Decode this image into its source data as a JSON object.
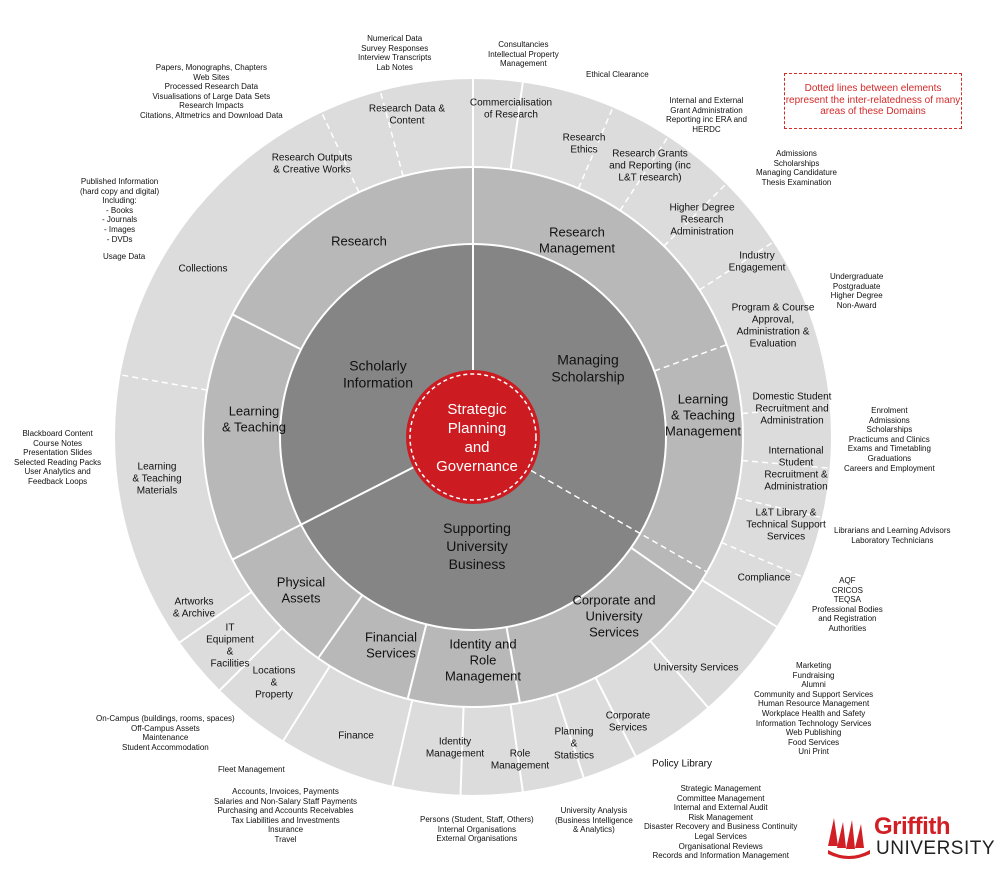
{
  "note": "Dotted lines between elements\nrepresent the inter-relatedness of many\nareas of these Domains",
  "logo": {
    "word1": "Griffith",
    "word2": "UNIVERSITY"
  },
  "center": "Strategic\nPlanning\nand\nGovernance",
  "domains": {
    "scholarly_information": "Scholarly\nInformation",
    "managing_scholarship": "Managing\nScholarship",
    "supporting_university_business": "Supporting\nUniversity\nBusiness"
  },
  "subdomains": {
    "research": "Research",
    "research_management": "Research\nManagement",
    "learning_teaching_management": "Learning\n& Teaching\nManagement",
    "corporate_university_services": "Corporate and\nUniversity\nServices",
    "identity_role_management": "Identity and\nRole\nManagement",
    "financial_services": "Financial\nServices",
    "physical_assets": "Physical\nAssets",
    "learning_teaching": "Learning\n& Teaching"
  },
  "functions": {
    "research_data_content": "Research Data &\nContent",
    "research_outputs": "Research Outputs\n& Creative Works",
    "collections": "Collections",
    "commercialisation": "Commercialisation\nof Research",
    "research_ethics": "Research\nEthics",
    "research_grants": "Research Grants\nand Reporting (inc\nL&T research)",
    "hdr_admin": "Higher Degree\nResearch\nAdministration",
    "industry_engagement": "Industry\nEngagement",
    "program_course": "Program & Course\nApproval,\nAdministration &\nEvaluation",
    "domestic_student": "Domestic Student\nRecruitment and\nAdministration",
    "international_student": "International\nStudent\nRecruitment &\nAdministration",
    "lt_library": "L&T Library &\nTechnical Support\nServices",
    "compliance": "Compliance",
    "university_services": "University Services",
    "policy_library": "Policy Library",
    "corporate_services": "Corporate\nServices",
    "planning_statistics": "Planning\n&\nStatistics",
    "role_management": "Role\nManagement",
    "identity_management": "Identity\nManagement",
    "finance": "Finance",
    "locations_property": "Locations\n&\nProperty",
    "it_equipment": "IT\nEquipment\n&\nFacilities",
    "artworks_archive": "Artworks\n& Archive",
    "lt_materials": "Learning\n& Teaching\nMaterials"
  },
  "externals": {
    "numerical_data": "Numerical Data\nSurvey Responses\nInterview Transcripts\nLab Notes",
    "papers": "Papers, Monographs, Chapters\nWeb Sites\nProcessed Research Data\nVisualisations of Large Data Sets\nResearch Impacts\nCitations, Altmetrics and Download Data",
    "published_info": "Published Information\n(hard copy and digital)\nIncluding:\n- Books\n- Journals\n- Images\n- DVDs",
    "usage_data": "Usage Data",
    "consultancies": "Consultancies\nIntellectual Property\nManagement",
    "ethical_clearance": "Ethical Clearance",
    "grant_admin": "Internal and External\nGrant Administration\nReporting inc ERA and\nHERDC",
    "admissions_hdr": "Admissions\nScholarships\nManaging Candidature\nThesis Examination",
    "degree_levels": "Undergraduate\nPostgraduate\nHigher Degree\nNon-Award",
    "enrolment": "Enrolment\nAdmissions\nScholarships\nPracticums and Clinics\nExams and Timetabling\nGraduations\nCareers and Employment",
    "librarians": "Librarians and Learning Advisors\nLaboratory Technicians",
    "aqf": "AQF\nCRICOS\nTEQSA\nProfessional Bodies\nand Registration\nAuthorities",
    "marketing": "Marketing\nFundraising\nAlumni\nCommunity and Support Services\nHuman Resource Management\nWorkplace Health and Safety\nInformation Technology Services\nWeb Publishing\nFood Services\nUni Print",
    "strategic_mgmt": "Strategic Management\nCommittee Management\nInternal and External Audit\nRisk Management\nDisaster Recovery and Business Continuity\nLegal Services\nOrganisational Reviews\nRecords and Information Management",
    "university_analysis": "University Analysis\n(Business Intelligence\n& Analytics)",
    "persons": "Persons (Student, Staff, Others)\nInternal Organisations\nExternal Organisations",
    "accounts": "Accounts, Invoices, Payments\nSalaries and Non-Salary Staff Payments\nPurchasing and Accounts Receivables\nTax Liabilities and Investments\nInsurance\nTravel",
    "fleet": "Fleet Management",
    "on_campus": "On-Campus (buildings, rooms, spaces)\nOff-Campus Assets\nMaintenance\nStudent Accommodation",
    "blackboard": "Blackboard Content\nCourse Notes\nPresentation Slides\nSelected Reading Packs\nUser Analytics and\nFeedback Loops"
  },
  "colors": {
    "outer_ring": "#dcdcdc",
    "middle_ring": "#b8b8b8",
    "inner_ring": "#858585",
    "center": "#cc1c22",
    "logo_red": "#d11f25"
  }
}
